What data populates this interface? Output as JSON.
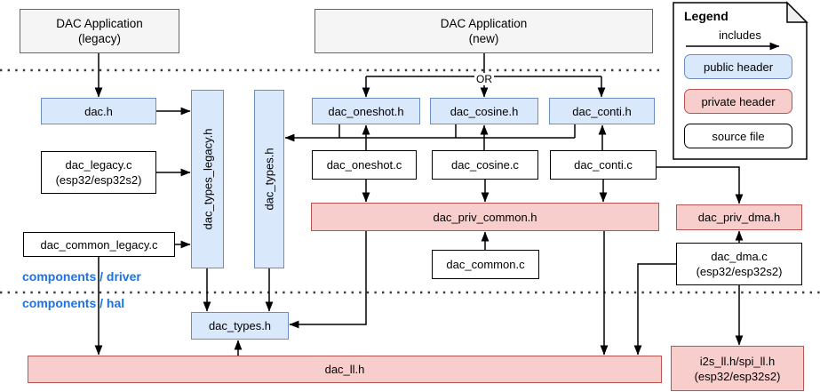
{
  "or_label": "OR",
  "sections": {
    "driver": "components / driver",
    "hal": "components / hal"
  },
  "nodes": {
    "app_legacy": {
      "line1": "DAC Application",
      "line2": "(legacy)"
    },
    "app_new": {
      "line1": "DAC Application",
      "line2": "(new)"
    },
    "dac_h": {
      "label": "dac.h"
    },
    "dac_legacy_c": {
      "line1": "dac_legacy.c",
      "line2": "(esp32/esp32s2)"
    },
    "dac_common_legacy_c": {
      "label": "dac_common_legacy.c"
    },
    "dac_types_legacy_h": {
      "label": "dac_types_legacy.h"
    },
    "dac_types_h_driver": {
      "label": "dac_types.h"
    },
    "dac_oneshot_h": {
      "label": "dac_oneshot.h"
    },
    "dac_cosine_h": {
      "label": "dac_cosine.h"
    },
    "dac_conti_h": {
      "label": "dac_conti.h"
    },
    "dac_oneshot_c": {
      "label": "dac_oneshot.c"
    },
    "dac_cosine_c": {
      "label": "dac_cosine.c"
    },
    "dac_conti_c": {
      "label": "dac_conti.c"
    },
    "dac_priv_common_h": {
      "label": "dac_priv_common.h"
    },
    "dac_common_c": {
      "label": "dac_common.c"
    },
    "dac_priv_dma_h": {
      "label": "dac_priv_dma.h"
    },
    "dac_dma_c": {
      "line1": "dac_dma.c",
      "line2": "(esp32/esp32s2)"
    },
    "dac_types_h_hal": {
      "label": "dac_types.h"
    },
    "dac_ll_h": {
      "label": "dac_ll.h"
    },
    "i2s_spi_ll": {
      "line1": "i2s_ll.h/spi_ll.h",
      "line2": "(esp32/esp32s2)"
    }
  },
  "legend": {
    "title": "Legend",
    "includes": "includes",
    "public_header": "public header",
    "private_header": "private header",
    "source_file": "source file"
  },
  "colors": {
    "public_header_fill": "#dae8fc",
    "public_header_stroke": "#6c8ebf",
    "private_header_fill": "#f8cecc",
    "private_header_stroke": "#b85450",
    "app_fill": "#f5f5f5",
    "app_stroke": "#666666",
    "section_label_blue": "#1a73e8",
    "edge_color": "#000000"
  }
}
